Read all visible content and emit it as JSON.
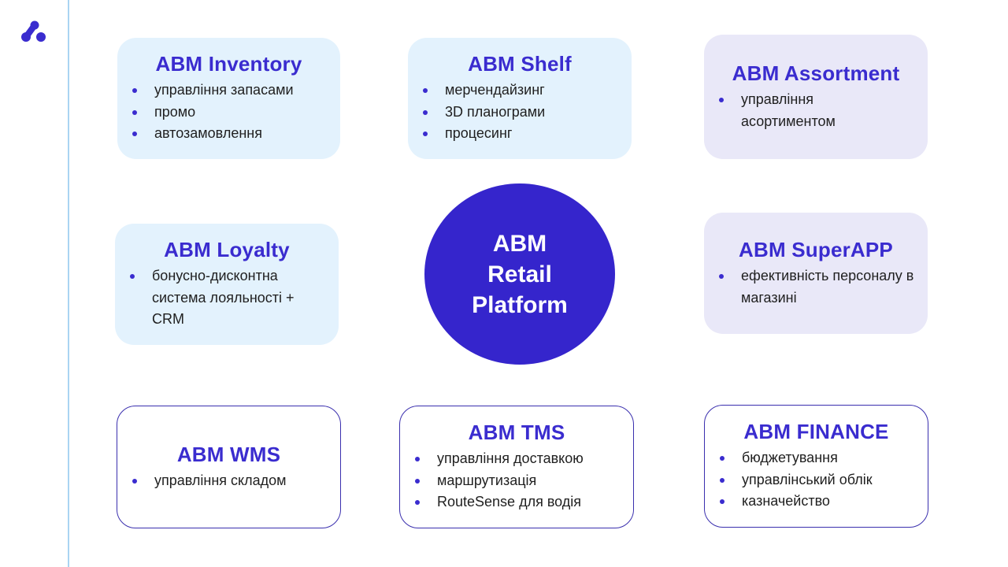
{
  "colors": {
    "accent": "#3525cc",
    "title": "#3a2ccf",
    "card_blue_bg": "#e3f2fd",
    "card_lavender_bg": "#e9e8f8",
    "outline_border": "#3a2fae",
    "divider": "#a9d4f2"
  },
  "logo": {
    "icon": "abm-logo-icon"
  },
  "hub": {
    "lines": [
      "ABM",
      "Retail",
      "Platform"
    ]
  },
  "modules": {
    "inventory": {
      "title": "ABM Inventory",
      "items": [
        "управління запасами",
        "промо",
        "автозамовлення"
      ]
    },
    "shelf": {
      "title": "ABM Shelf",
      "items": [
        "мерчендайзинг",
        "3D планограми",
        "процесинг"
      ]
    },
    "assortment": {
      "title": "ABM Assortment",
      "items": [
        "управління асортиментом"
      ]
    },
    "loyalty": {
      "title": "ABM Loyalty",
      "items": [
        "бонусно-дисконтна система лояльності + CRM"
      ]
    },
    "superapp": {
      "title": "ABM SuperAPP",
      "items": [
        "ефективність персоналу в магазині"
      ]
    },
    "wms": {
      "title": "ABM WMS",
      "items": [
        "управління складом"
      ]
    },
    "tms": {
      "title": "ABM TMS",
      "items": [
        "управління доставкою",
        "маршрутизація",
        "RouteSense для водія"
      ]
    },
    "finance": {
      "title": "ABM FINANCE",
      "items": [
        "бюджетування",
        "управлінський облік",
        "казначейство"
      ]
    }
  }
}
